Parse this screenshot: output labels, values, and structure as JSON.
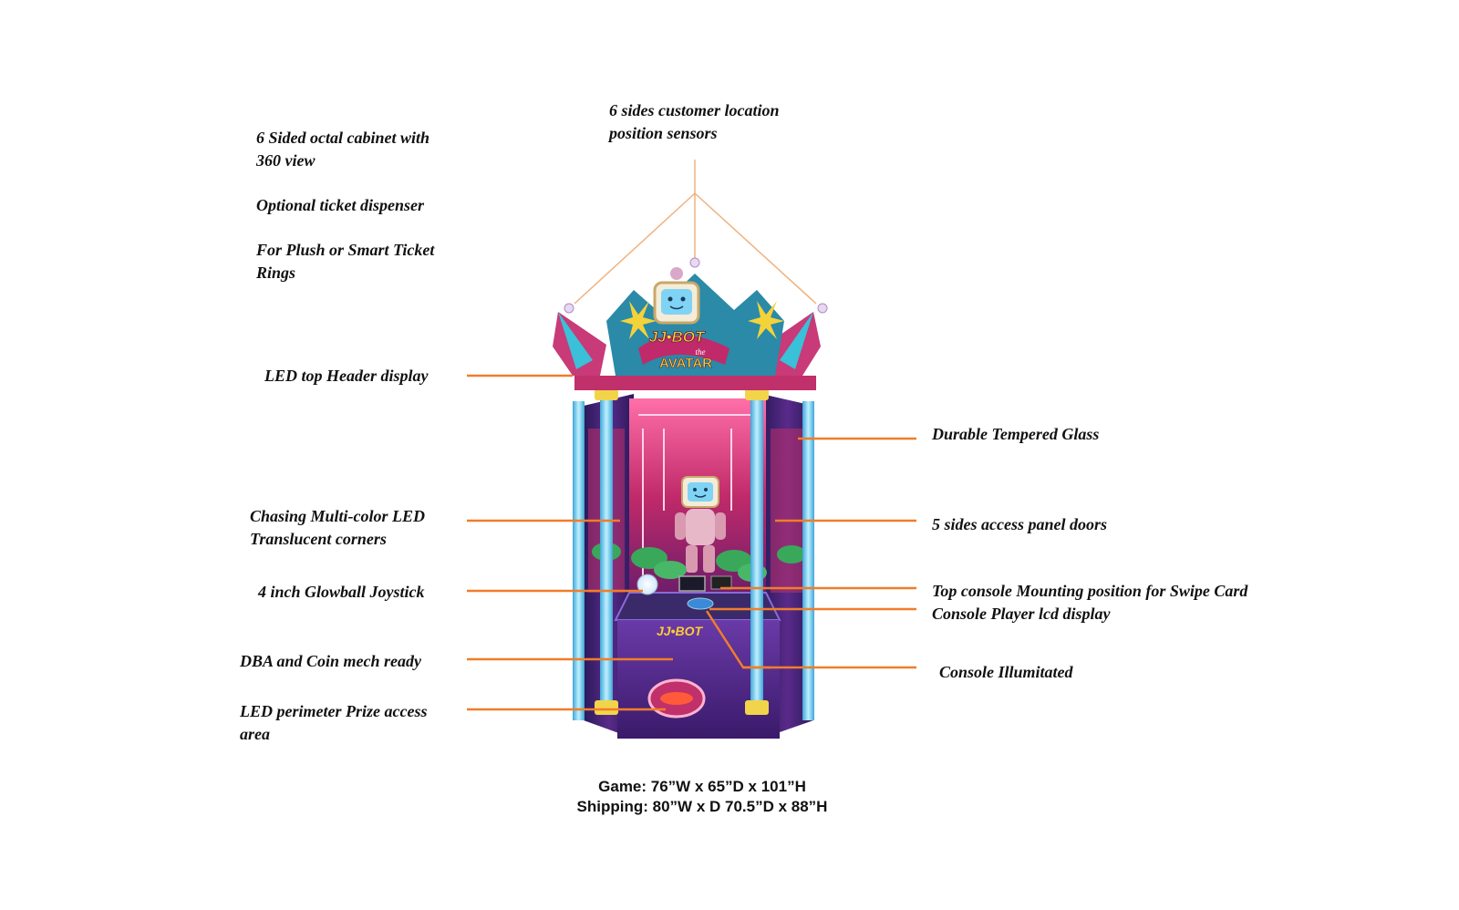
{
  "labels": {
    "sensors_line1": "6 sides customer location",
    "sensors_line2": "position sensors",
    "cabinet_line1": "6 Sided octal cabinet with",
    "cabinet_line2": "360 view",
    "ticket": "Optional ticket dispenser",
    "plush_line1": "For Plush or Smart Ticket",
    "plush_line2": "Rings",
    "header": "LED top Header display",
    "glass": "Durable Tempered Glass",
    "chasing_line1": "Chasing Multi-color LED",
    "chasing_line2": "Translucent corners",
    "doors": "5 sides access panel doors",
    "joystick": "4 inch Glowball Joystick",
    "swipe": "Top console Mounting position for Swipe Card",
    "lcd": "Console Player lcd display",
    "dba": "DBA and Coin mech ready",
    "illuminated": "Console Illumitated",
    "prize_line1": "LED perimeter Prize access",
    "prize_line2": "area"
  },
  "marquee": {
    "line1": "JJ•BOT",
    "line2": "the",
    "line3": "AVATAR"
  },
  "console_logo": "JJ•BOT",
  "specs": {
    "game": "Game: 76”W x 65”D x 101”H",
    "shipping": "Shipping: 80”W x D 70.5”D x 88”H"
  },
  "colors": {
    "leader_line": "#f07d2a",
    "sensor_line": "#f0b27f",
    "cabinet": "#5a2a8a",
    "glass_glow": "#e0407a",
    "corner_pillar": "#7fd3f5"
  }
}
